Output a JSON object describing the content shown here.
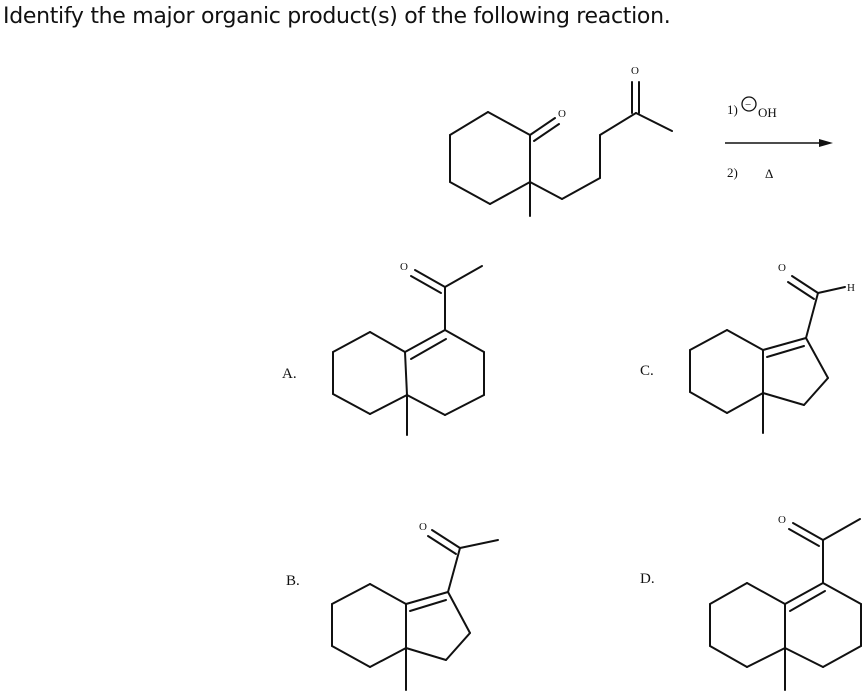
{
  "question": "Identify the major organic product(s) of the following reaction.",
  "reaction": {
    "step1_number": "1)",
    "step1_reagent": "OH",
    "step1_charge": "−",
    "step2_number": "2)",
    "step2_condition": "Δ"
  },
  "atoms": {
    "oxygen": "O",
    "hydrogen": "H"
  },
  "options": {
    "a": "A.",
    "b": "B.",
    "c": "C.",
    "d": "D."
  }
}
